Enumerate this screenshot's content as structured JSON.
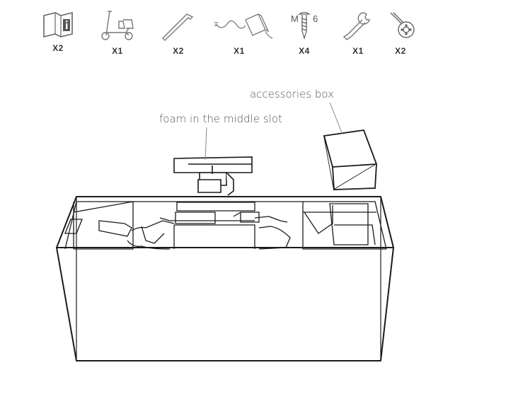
{
  "parts": [
    {
      "icon": "manual-book-icon",
      "qty": "X2"
    },
    {
      "icon": "scooter-icon",
      "qty": "X1"
    },
    {
      "icon": "allen-key-icon",
      "qty": "X2"
    },
    {
      "icon": "charger-icon",
      "qty": "X1"
    },
    {
      "icon": "screw-m6-icon",
      "qty": "X4",
      "label": "M6"
    },
    {
      "icon": "wrench-icon",
      "qty": "X1"
    },
    {
      "icon": "valve-cap-icon",
      "qty": "X2"
    }
  ],
  "callouts": {
    "accessories_box": "accessories box",
    "foam_middle_slot": "foam in the middle slot"
  },
  "colors": {
    "line": "#1a1a1a",
    "icon": "#555555",
    "text": "#555555"
  }
}
